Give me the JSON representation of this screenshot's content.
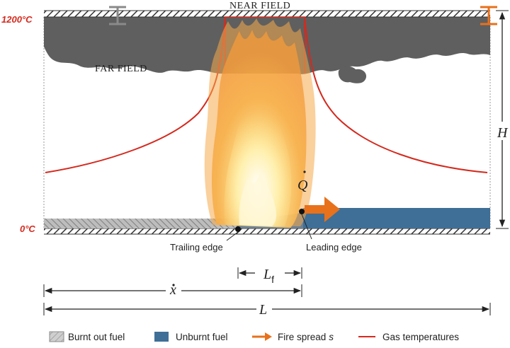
{
  "labels": {
    "near_field": "NEAR FIELD",
    "far_field": "FAR FIELD",
    "temp_high": "1200°C",
    "temp_low": "0°C",
    "trailing_edge": "Trailing edge",
    "leading_edge": "Leading edge",
    "heat_release": "Q",
    "height": "H",
    "flame_length_main": "L",
    "flame_length_sub": "f",
    "fire_position": "x",
    "compartment_length": "L"
  },
  "legend": {
    "burnt_fuel": "Burnt out fuel",
    "unburnt_fuel": "Unburnt fuel",
    "fire_spread": "Fire spread",
    "fire_spread_symbol": "s",
    "gas_temperatures": "Gas temperatures"
  },
  "colors": {
    "gas_temperature": "#d42a1e",
    "smoke": "#5f5f5f",
    "unburnt_fuel": "#3f6f96",
    "fire_arrow": "#e8711c",
    "thermocouple_left": "#8a8a8a",
    "thermocouple_right": "#e8711c"
  }
}
